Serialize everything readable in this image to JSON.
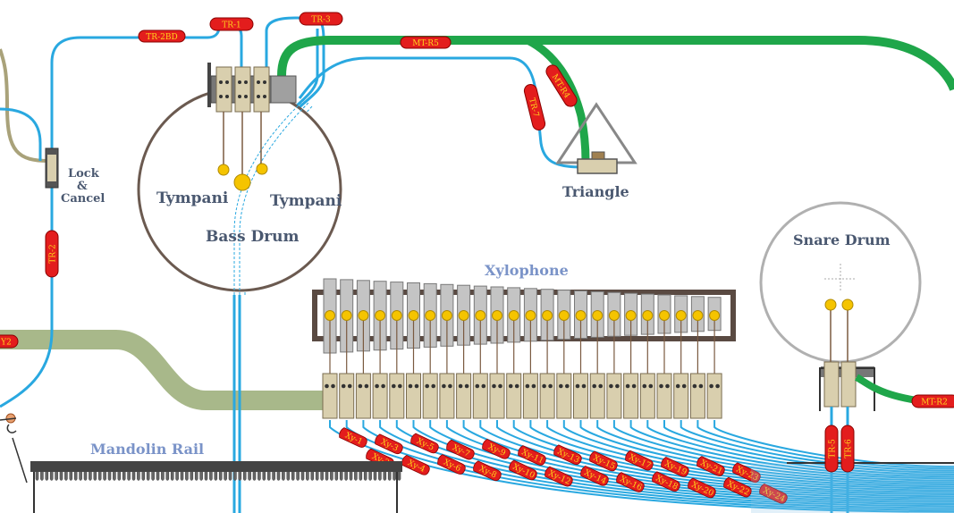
{
  "labels": {
    "bass_drum": "Bass Drum",
    "tympani_left": "Tympani",
    "tympani_right": "Tympani",
    "lock_line1": "Lock",
    "lock_line2": "&",
    "lock_line3": "Cancel",
    "triangle": "Triangle",
    "snare_drum": "Snare Drum",
    "xylophone": "Xylophone",
    "mandolin_rail": "Mandolin Rail"
  },
  "tags": {
    "tr_1": "TR-1",
    "tr_2bd": "TR-2BD",
    "tr_3": "TR-3",
    "tr_2": "TR-2",
    "tr_7": "TR-7",
    "mt_r5": "MT-R5",
    "mt_r4": "MT-R4",
    "mt_r2": "MT-R2",
    "tr_5": "TR-5",
    "tr_6": "TR-6",
    "y2": "Y2"
  },
  "xylophone_tags": [
    "Xy-1",
    "Xy-2",
    "Xy-3",
    "Xy-4",
    "Xy-5",
    "Xy-6",
    "Xy-7",
    "Xy-8",
    "Xy-9",
    "Xy-10",
    "Xy-11",
    "Xy-12",
    "Xy-13",
    "Xy-14",
    "Xy-15",
    "Xy-16",
    "Xy-17",
    "Xy-18",
    "Xy-19",
    "Xy-20",
    "Xy-21",
    "Xy-22",
    "Xy-23",
    "Xy-24"
  ],
  "colors": {
    "air_tube": "#29a8e0",
    "main_tube": "#1fa64a",
    "olive_tube": "#a8b88a",
    "khaki_tube": "#a9a27a",
    "tag_fill": "#e31d1d",
    "tag_text": "#ffd21c",
    "valve_fill": "#d9cfae",
    "pellet": "#f5c400",
    "label": "#4a5870",
    "label_blue": "#7a93c8"
  }
}
